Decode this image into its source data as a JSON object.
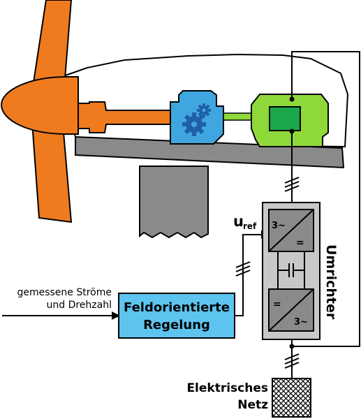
{
  "labels": {
    "input_line1": "gemessene Ströme",
    "input_line2": "und Drehzahl",
    "controller_line1": "Feldorientierte",
    "controller_line2": "Regelung",
    "uref_main": "u",
    "uref_sub": "ref",
    "converter": "Umrichter",
    "grid_line1": "Elektrisches",
    "grid_line2": "Netz",
    "three_phase": "3~",
    "dc": "="
  },
  "colors": {
    "rotor": "#f07b1e",
    "gearbox": "#3fa6df",
    "gear_icon": "#1f5fa8",
    "generator": "#8fd83a",
    "generator_core": "#1aa84a",
    "platform": "#8a8a8a",
    "tower": "#8a8a8a",
    "controller_fill": "#5dc4ef",
    "converter_fill": "#c8c8c8",
    "converter_inner": "#8a8a8a"
  }
}
